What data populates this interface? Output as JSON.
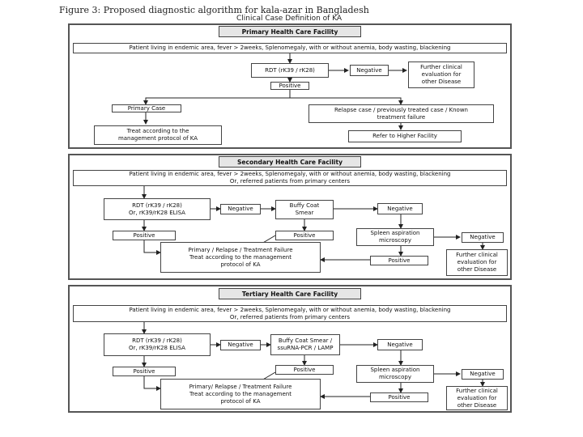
{
  "figure": {
    "title": "Figure 3: Proposed diagnostic algorithm for kala-azar in Bangladesh",
    "subtitle": "Clinical Case Definition of KA"
  },
  "primary": {
    "header": "Primary Health Care Facility",
    "patient": "Patient living in endemic area, fever > 2weeks, Splenomegaly, with or without anemia, body wasting, blackening",
    "rdt": "RDT (rK39 / rK28)",
    "negative": "Negative",
    "further": "Further clinical\nevaluation for\nother Disease",
    "positive": "Positive",
    "primary_case": "Primary Case",
    "relapse": "Relapse case / previously treated case / Known\ntreatment failure",
    "treat": "Treat according to the\nmanagement protocol of KA",
    "refer": "Refer to Higher Facility"
  },
  "secondary": {
    "header": "Secondary Health Care Facility",
    "patient": "Patient living in endemic area, fever > 2weeks, Splenomegaly, with or without anemia, body wasting, blackening\nOr, referred patients from primary centers",
    "rdt": "RDT (rK39 / rK28)\nOr, rK39/rK28 ELISA",
    "negative1": "Negative",
    "buffy": "Buffy Coat\nSmear",
    "negative2": "Negative",
    "positive1": "Positive",
    "positive2": "Positive",
    "spleen": "Spleen aspiration\nmicroscopy",
    "negative3": "Negative",
    "treat": "Primary / Relapse / Treatment Failure\nTreat according to the management\nprotocol of KA",
    "positive3": "Positive",
    "further": "Further clinical\nevaluation for\nother Disease"
  },
  "tertiary": {
    "header": "Tertiary Health Care Facility",
    "patient": "Patient living in endemic area, fever > 2weeks, Splenomegaly, with or without anemia, body wasting, blackening\nOr, referred patients from primary centers",
    "rdt": "RDT (rK39 / rK28)\nOr, rK39/rK28 ELISA",
    "negative1": "Negative",
    "buffy": "Buffy Coat Smear /\nssuRNA-PCR / LAMP",
    "negative2": "Negative",
    "positive1": "Positive",
    "positive2": "Positive",
    "spleen": "Spleen aspiration\nmicroscopy",
    "negative3": "Negative",
    "treat": "Primary/ Relapse / Treatment Failure\nTreat according to the management\nprotocol of KA",
    "positive3": "Positive",
    "further": "Further clinical\nevaluation for\nother Disease"
  }
}
